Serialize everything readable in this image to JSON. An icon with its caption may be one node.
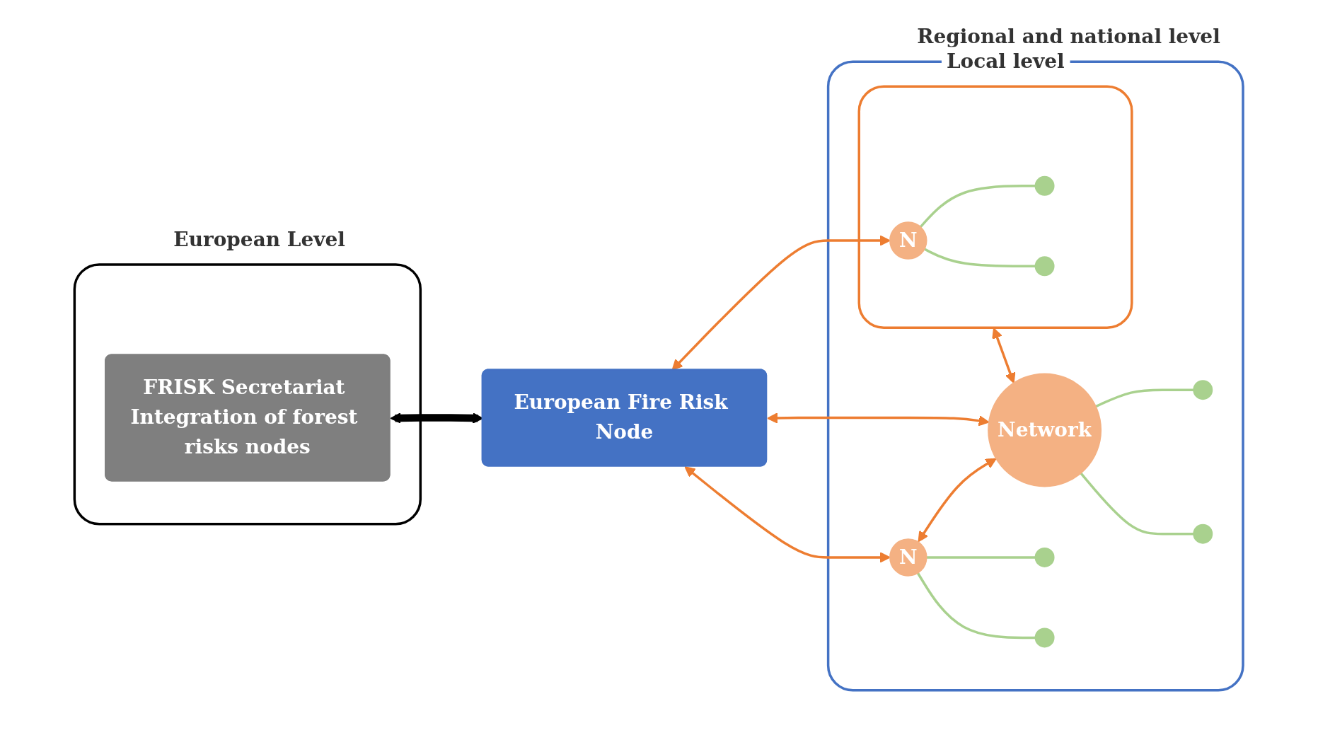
{
  "diagram": {
    "nodes": [
      {
        "text": [
          "European Level"
        ]
      },
      {
        "text": [
          "FRISK Secretariat Integration of forest risks nodes"
        ],
        "in": 0
      },
      {
        "text": [
          "Regional and national level"
        ]
      },
      {
        "text": [
          "European Fire Risk Node"
        ]
      },
      {
        "text": [
          "Local level"
        ],
        "in": 2
      },
      {
        "text": [
          "N"
        ],
        "in": 4
      },
      {
        "text": [],
        "shape": "circle",
        "in": 4
      },
      {
        "text": [],
        "shape": "circle",
        "in": 4
      },
      {
        "text": [],
        "shape": "circle",
        "in": 2
      },
      {
        "text": [
          "N"
        ],
        "in": 2
      },
      {
        "text": [
          "Network"
        ],
        "in": 2
      },
      {
        "text": [],
        "shape": "circle",
        "in": 2
      },
      {
        "text": [],
        "shape": "circle",
        "in": 2
      },
      {
        "text": [],
        "shape": "circle",
        "in": 2
      }
    ],
    "edges": [
      {
        "from": 1,
        "to": 3,
        "arrow": "both",
        "style": "thick",
        "color": "#000000"
      },
      {
        "from": 3,
        "to": 5,
        "arrow": "both",
        "color": "#ed7d31"
      },
      {
        "from": 3,
        "to": 10,
        "arrow": "both",
        "color": "#ed7d31"
      },
      {
        "from": 3,
        "to": 9,
        "arrow": "both",
        "color": "#ed7d31"
      },
      {
        "from": 4,
        "to": 10,
        "arrow": "both",
        "color": "#ed7d31"
      },
      {
        "from": 9,
        "to": 10,
        "arrow": "both",
        "color": "#ed7d31"
      },
      {
        "from": 5,
        "to": 6,
        "arrow": "none",
        "color": "#a9d18e"
      },
      {
        "from": 5,
        "to": 7,
        "arrow": "none",
        "color": "#a9d18e"
      },
      {
        "from": 9,
        "to": 8,
        "arrow": "none",
        "color": "#a9d18e"
      },
      {
        "from": 9,
        "to": 11,
        "arrow": "none",
        "color": "#a9d18e"
      },
      {
        "from": 10,
        "to": 12,
        "arrow": "none",
        "color": "#a9d18e"
      },
      {
        "from": 10,
        "to": 13,
        "arrow": "none",
        "color": "#a9d18e"
      }
    ]
  }
}
